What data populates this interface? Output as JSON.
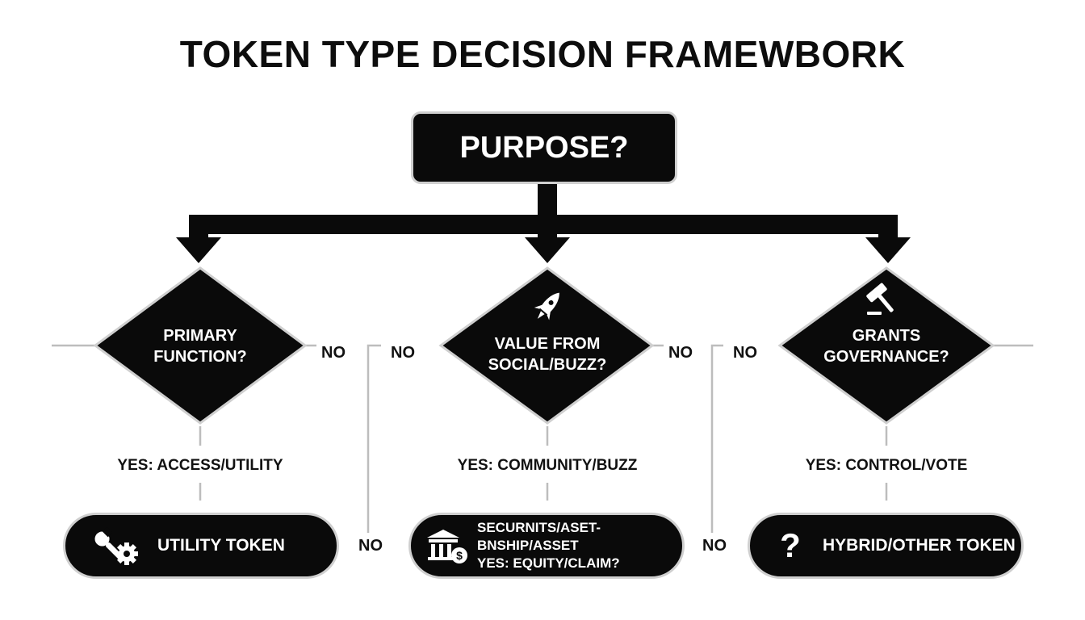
{
  "title": "TOKEN TYPE DECISION FRAMEWBORK",
  "root": {
    "label": "PURPOSE?"
  },
  "decisions": [
    {
      "id": "primary",
      "line1": "PRIMARY",
      "line2": "FUNCTION?",
      "icon": "none",
      "no_right": "NO",
      "yes_label": "YES: ACCESS/UTILITY"
    },
    {
      "id": "social",
      "line1": "VALUE FROM",
      "line2": "SOCIAL/BUZZ?",
      "icon": "rocket-icon",
      "no_left": "NO",
      "no_right": "NO",
      "yes_label": "YES: COMMUNITY/BUZZ"
    },
    {
      "id": "governance",
      "line1": "GRANTS",
      "line2": "GOVERNANCE?",
      "icon": "gavel-icon",
      "no_left": "NO",
      "yes_label": "YES: CONTROL/VOTE"
    }
  ],
  "outcomes": [
    {
      "label": "UTILITY TOKEN",
      "icon": "wrench-gear-icon"
    },
    {
      "line1": "SECURNITS/ASET-BNSHIP/ASSET",
      "line2": "YES: EQUITY/CLAIM?",
      "icon": "bank-dollar-icon"
    },
    {
      "label": "HYBRID/OTHER TOKEN",
      "icon": "question-icon"
    }
  ],
  "bottom_no_labels": [
    "NO",
    "NO"
  ],
  "colors": {
    "node_fill": "#0a0a0a",
    "node_border": "#cfcfcf",
    "connector": "#0a0a0a",
    "guide_line": "#bdbdbd",
    "text_dark": "#111111"
  }
}
